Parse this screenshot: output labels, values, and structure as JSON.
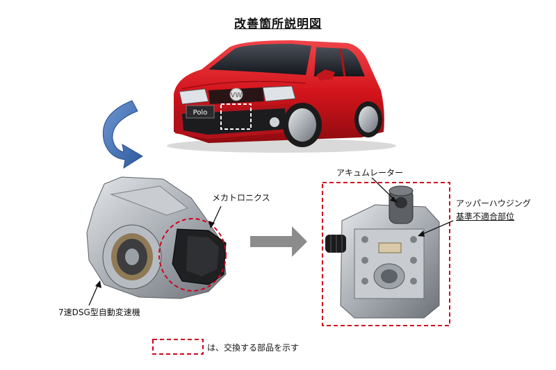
{
  "title": "改善箇所説明図",
  "car": {
    "badge": "Polo"
  },
  "labels": {
    "mechatronics": "メカトロニクス",
    "transmission": "7速DSG型自動変速機",
    "accumulator": "アキュムレーター",
    "upper_housing": "アッパーハウジング",
    "nonconforming": "基準不適合部位"
  },
  "legend": {
    "text": "は、交換する部品を示す"
  },
  "colors": {
    "car_red": "#d4141c",
    "dashed_red": "#d0021b",
    "blue_arrow": "#3f6fb4",
    "gray_arrow": "#8c8c8c"
  }
}
